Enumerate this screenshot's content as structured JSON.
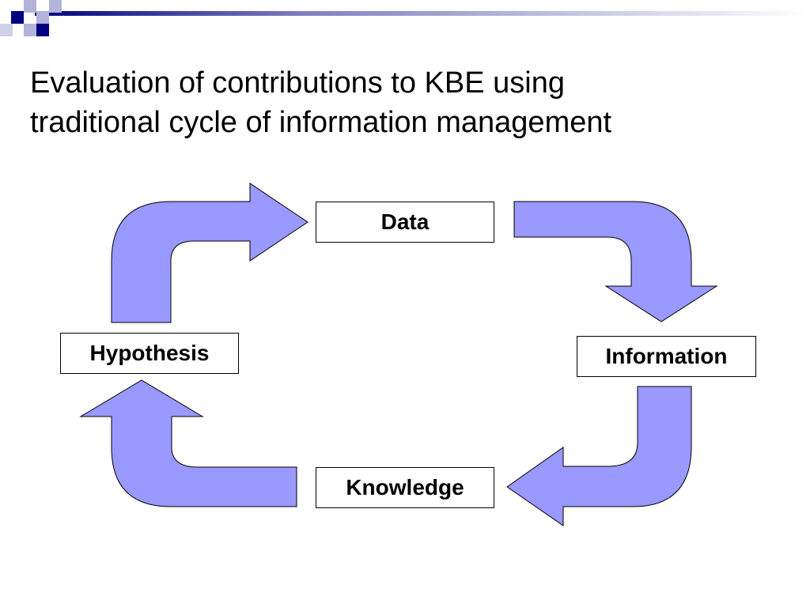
{
  "slide": {
    "title_line1": "Evaluation of contributions to KBE using",
    "title_line2": "traditional cycle of information management"
  },
  "cycle": {
    "nodes": {
      "data": "Data",
      "information": "Information",
      "knowledge": "Knowledge",
      "hypothesis": "Hypothesis"
    }
  },
  "colors": {
    "arrow_fill": "#9999FF",
    "arrow_stroke": "#000000",
    "accent_navy": "#000080",
    "accent_light": "#B3B3D9"
  }
}
